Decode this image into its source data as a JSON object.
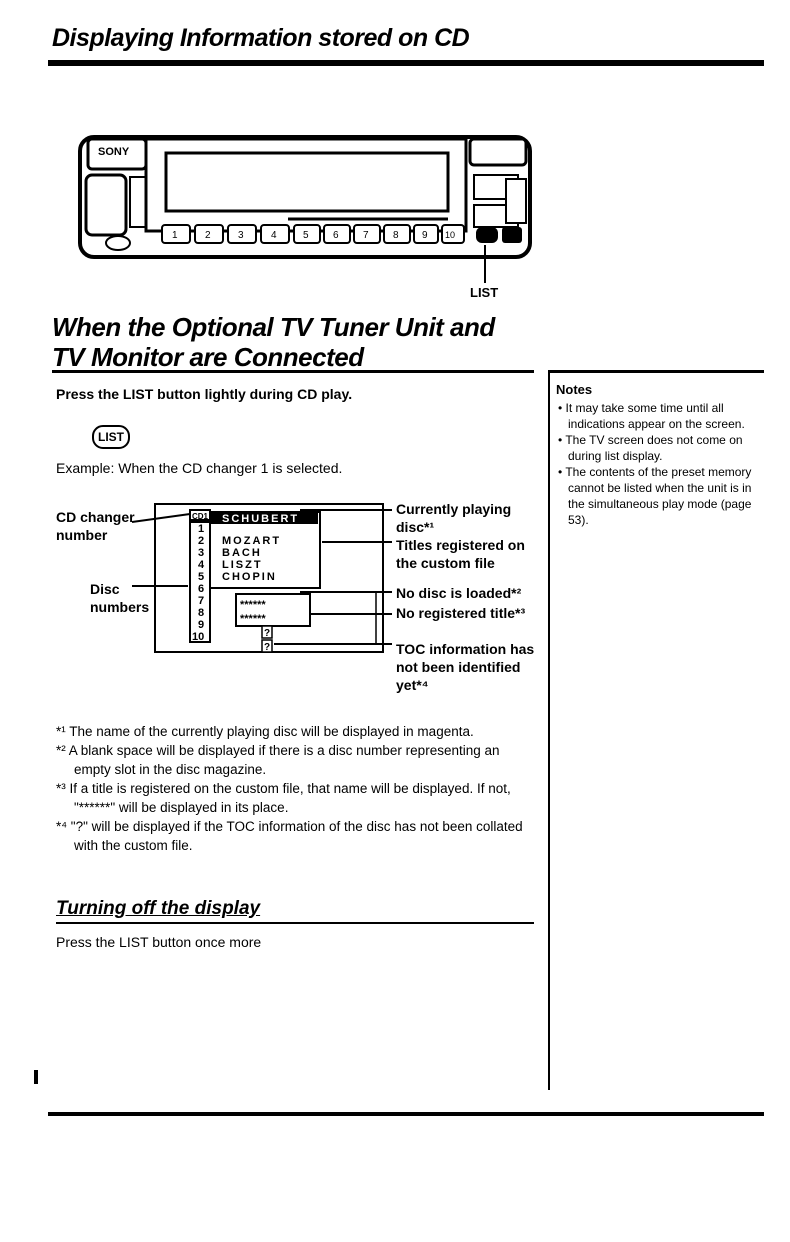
{
  "page": {
    "section_title": "Displaying Information stored on CD",
    "subsection_title_line1": "When the Optional TV Tuner Unit and",
    "subsection_title_line2": "TV Monitor are Connected",
    "instruction": "Press the LIST button lightly during CD play.",
    "list_button_label": "LIST",
    "example": "Example:  When the CD changer 1 is selected."
  },
  "device": {
    "brand": "SONY",
    "list_label": "LIST",
    "preset_buttons": [
      "1",
      "2",
      "3",
      "4",
      "5",
      "6",
      "7",
      "8",
      "9",
      "10"
    ]
  },
  "screen": {
    "changer": "CD1",
    "disc_numbers": [
      "1",
      "2",
      "3",
      "4",
      "5",
      "6",
      "7",
      "8",
      "9",
      "10"
    ],
    "titles": [
      "SCHUBERT",
      "MOZART",
      "BACH",
      "LISZT",
      "CHOPIN"
    ],
    "stars_row7": "******",
    "stars_row8": "******",
    "q9": "?",
    "q10": "?"
  },
  "callouts": {
    "cd_changer_number": "CD changer number",
    "disc_numbers": "Disc numbers",
    "currently_playing": "Currently playing disc*¹",
    "titles_registered": "Titles registered on the custom file",
    "no_disc": "No disc is loaded*²",
    "no_title": "No registered title*³",
    "toc": "TOC information has not been identified yet*⁴"
  },
  "footnotes": [
    "*¹ The name of the currently playing disc will be displayed in magenta.",
    "*² A blank space will be displayed if there is a disc number representing an empty slot in the disc magazine.",
    "*³ If a title is registered on the custom file, that name will be displayed. If not, \"******\" will be displayed in its place.",
    "*⁴ \"?\" will be displayed if the TOC information of the disc has not been collated with the custom file."
  ],
  "turning_off": {
    "title": "Turning off the display",
    "text": "Press the LIST button once more"
  },
  "notes": {
    "heading": "Notes",
    "items": [
      "It may take some time until all indications appear on the screen.",
      "The TV screen does not come on during list display.",
      "The contents of the preset memory cannot be listed when the unit is in the simultaneous play mode (page 53)."
    ]
  },
  "colors": {
    "ink": "#000000",
    "paper": "#ffffff"
  }
}
